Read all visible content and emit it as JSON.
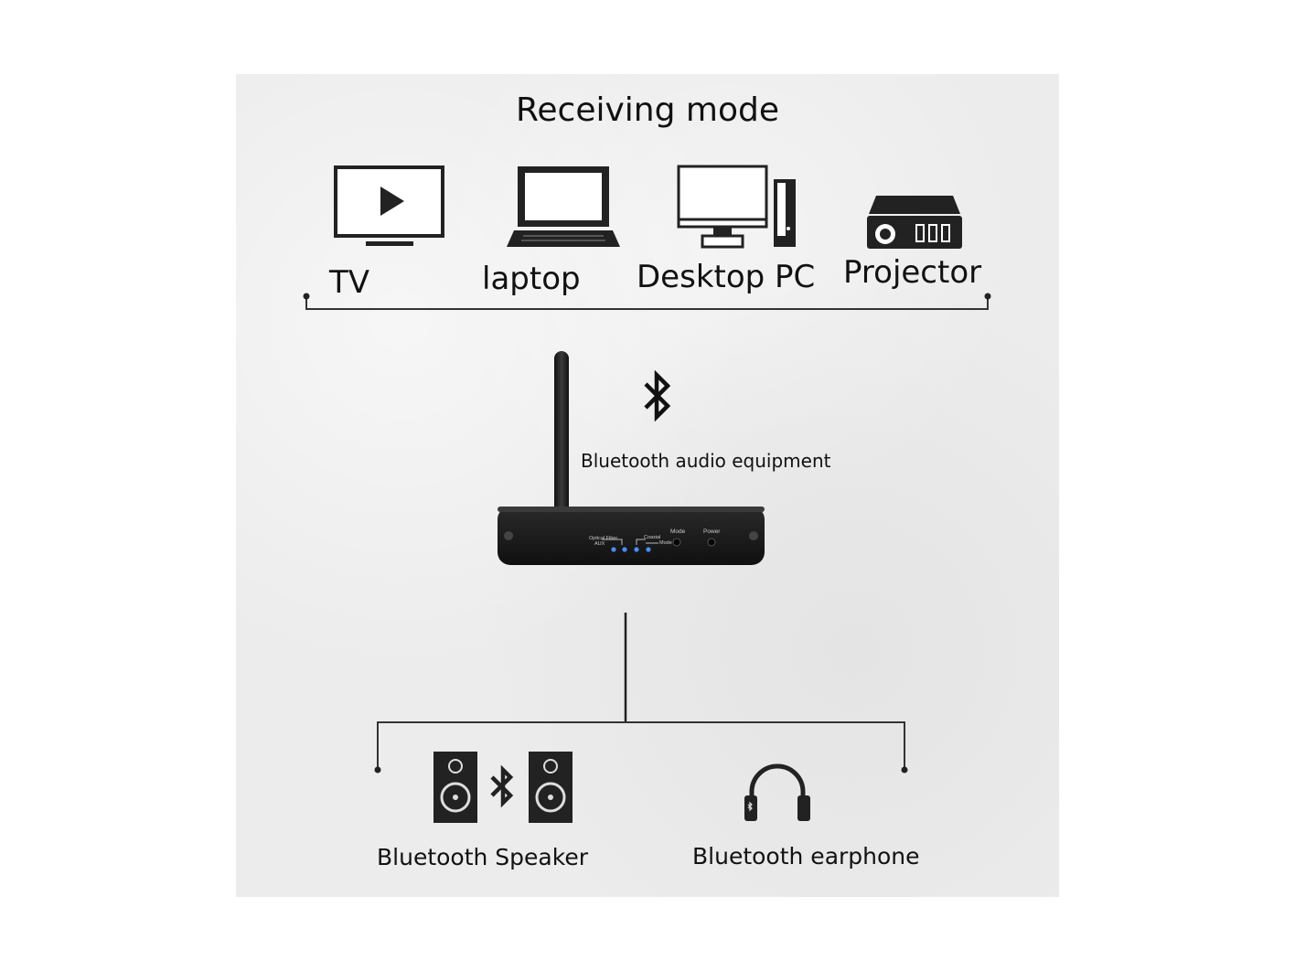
{
  "title": "Receiving mode",
  "sources": [
    {
      "label": "TV",
      "icon": "tv-icon"
    },
    {
      "label": "laptop",
      "icon": "laptop-icon"
    },
    {
      "label": "Desktop PC",
      "icon": "desktop-pc-icon"
    },
    {
      "label": "Projector",
      "icon": "projector-icon"
    }
  ],
  "center": {
    "label": "Bluetooth audio equipment",
    "icon": "bluetooth-icon",
    "device_labels": {
      "optical": "Optical Fiber",
      "aux": "AUX",
      "coaxial": "Coaxial",
      "mode_small": "Mode",
      "mode": "Mode",
      "power": "Power"
    }
  },
  "outputs": [
    {
      "label": "Bluetooth Speaker",
      "icon": "speaker-icon"
    },
    {
      "label": "Bluetooth earphone",
      "icon": "headphones-icon"
    }
  ],
  "colors": {
    "text": "#111111",
    "device": "#1c1c1c",
    "led": "#4a8cff",
    "line": "#333333"
  }
}
